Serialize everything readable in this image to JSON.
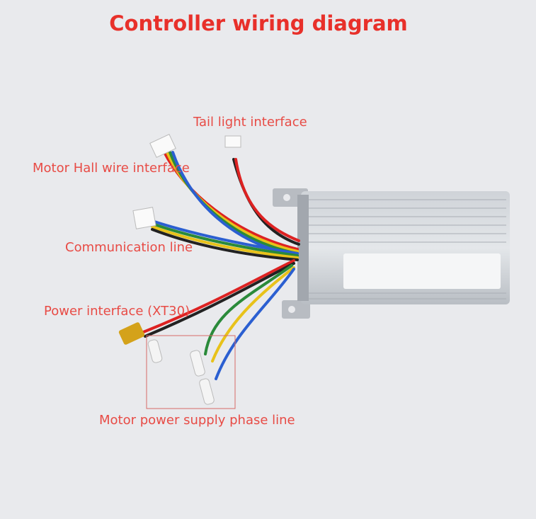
{
  "title": "Controller wiring diagram",
  "labels": {
    "tail_light": "Tail light interface",
    "hall": "Motor Hall wire interface",
    "communication": "Communication line",
    "power": "Power interface  (XT30)",
    "phase": "Motor power supply phase line"
  },
  "colors": {
    "accent": "#e8302a"
  }
}
